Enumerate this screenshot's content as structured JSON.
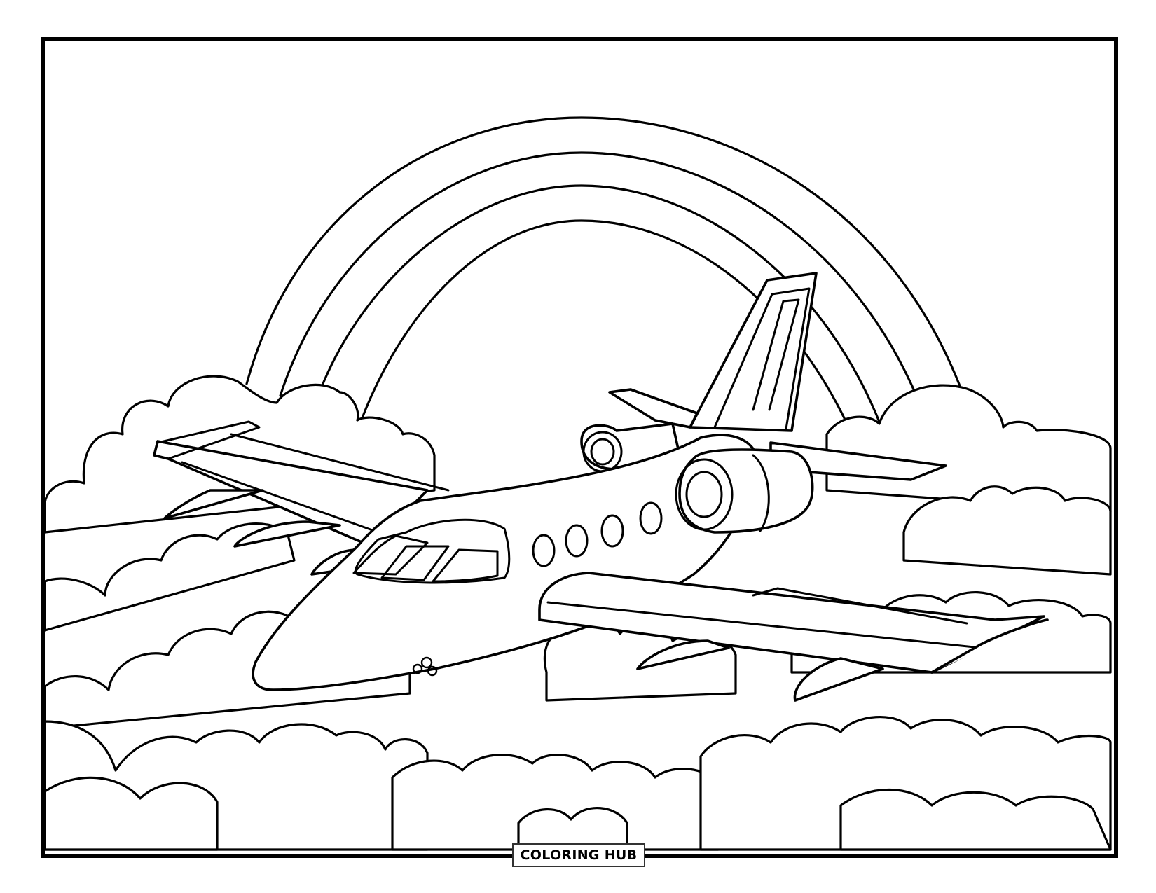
{
  "page": {
    "type": "coloring-page",
    "subject": "jet airplane flying through clouds with a rainbow behind",
    "background_color": "#ffffff",
    "line_color": "#000000"
  },
  "brand_label": {
    "text": "COLORING HUB"
  },
  "illustration": {
    "elements": [
      "frame",
      "rainbow",
      "clouds",
      "jet-airplane"
    ],
    "rainbow_bands": 4,
    "airplane_windows": 4,
    "cockpit_windows": 3,
    "engines": 2
  }
}
